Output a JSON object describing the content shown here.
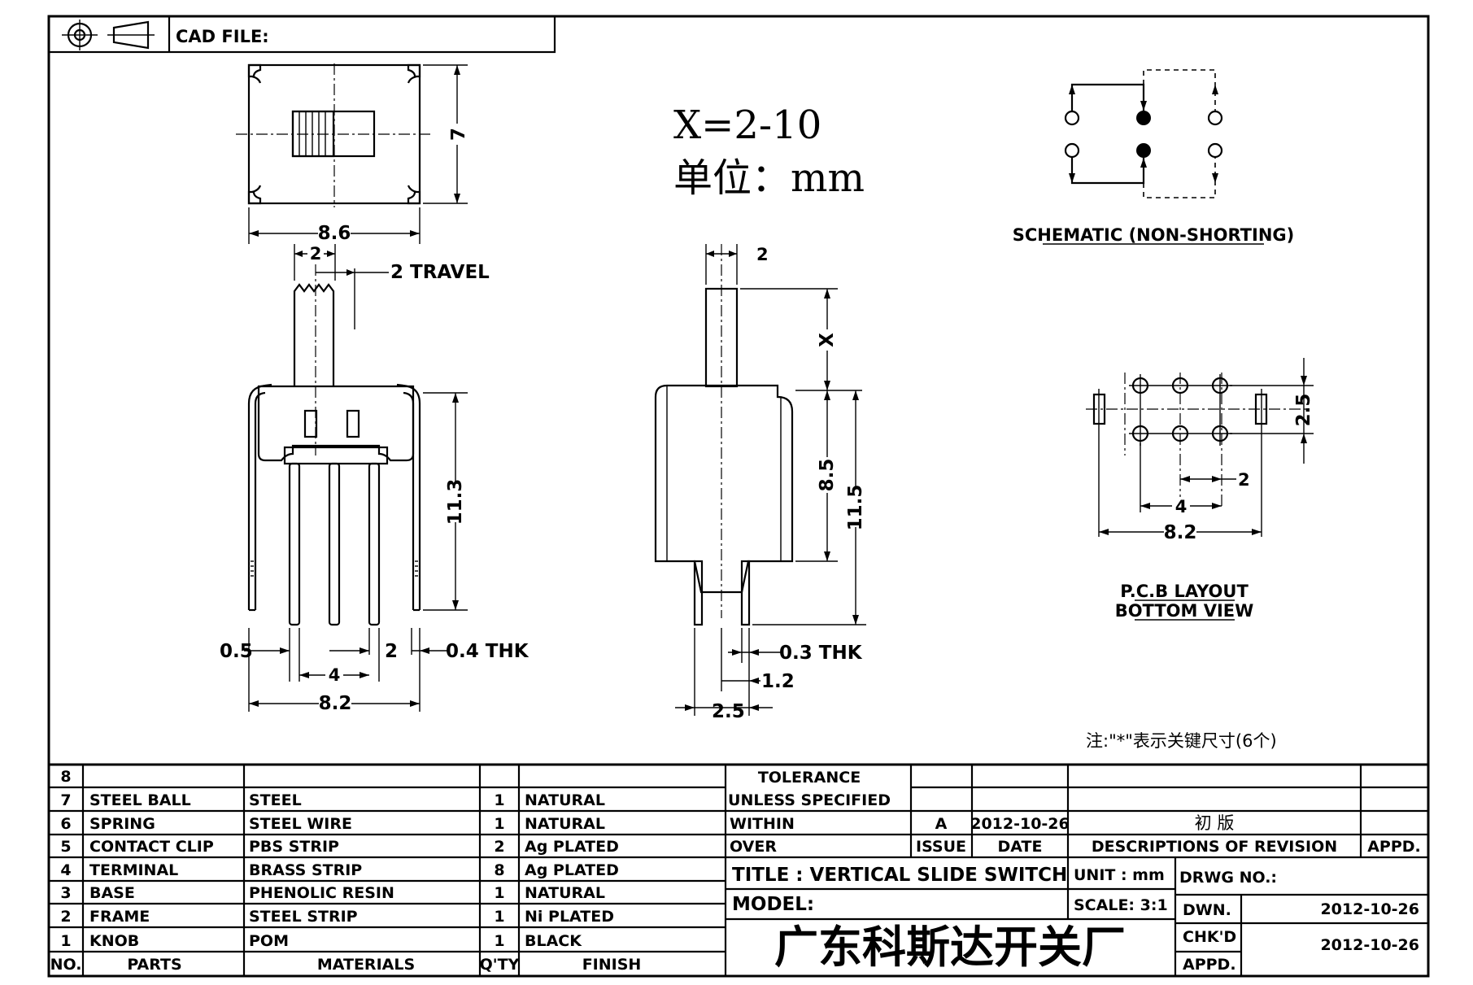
{
  "header": {
    "cad_file_label": "CAD FILE:",
    "projection_icon": "third-angle-projection-icon"
  },
  "notes": {
    "x_range": "X=2-10",
    "unit_cn": "单位：mm",
    "key_note": "注:\"*\"表示关键尺寸(6个)"
  },
  "top_view": {
    "dim_width": "8.6",
    "dim_height": "7"
  },
  "side_view": {
    "dim_knob_width": "2",
    "dim_travel": "2 TRAVEL",
    "dim_height": "11.3",
    "dim_left": "0.5",
    "dim_pitch": "2",
    "dim_thk": "0.4 THK",
    "dim_pin_span": "4",
    "dim_overall": "8.2"
  },
  "front_view": {
    "dim_knob": "2",
    "dim_x": "X",
    "dim_body": "8.5",
    "dim_total": "11.5",
    "dim_thk": "0.3 THK",
    "dim_offset": "1.2",
    "dim_spacing": "2.5"
  },
  "schematic": {
    "label": "SCHEMATIC (NON-SHORTING)"
  },
  "pcb_layout": {
    "dim_row": "2.5",
    "dim_pitch": "2",
    "dim_span": "4",
    "dim_overall": "8.2",
    "label_line1": "P.C.B LAYOUT",
    "label_line2": "BOTTOM VIEW"
  },
  "bom": {
    "rows": [
      {
        "no": "8",
        "part": "",
        "material": "",
        "qty": "",
        "finish": ""
      },
      {
        "no": "7",
        "part": "STEEL BALL",
        "material": "STEEL",
        "qty": "1",
        "finish": "NATURAL"
      },
      {
        "no": "6",
        "part": "SPRING",
        "material": "STEEL WIRE",
        "qty": "1",
        "finish": "NATURAL"
      },
      {
        "no": "5",
        "part": "CONTACT CLIP",
        "material": "PBS STRIP",
        "qty": "2",
        "finish": "Ag PLATED"
      },
      {
        "no": "4",
        "part": "TERMINAL",
        "material": "BRASS STRIP",
        "qty": "8",
        "finish": "Ag PLATED"
      },
      {
        "no": "3",
        "part": "BASE",
        "material": "PHENOLIC RESIN",
        "qty": "1",
        "finish": "NATURAL"
      },
      {
        "no": "2",
        "part": "FRAME",
        "material": "STEEL STRIP",
        "qty": "1",
        "finish": "Ni PLATED"
      },
      {
        "no": "1",
        "part": "KNOB",
        "material": "POM",
        "qty": "1",
        "finish": "BLACK"
      }
    ],
    "headers": {
      "no": "NO.",
      "part": "PARTS",
      "material": "MATERIALS",
      "qty": "Q'TY",
      "finish": "FINISH"
    }
  },
  "title_block": {
    "tolerance": "TOLERANCE",
    "unless": "UNLESS  SPECIFIED",
    "within": "WITHIN",
    "over": "OVER",
    "issue_value": "A",
    "issue_date": "2012-10-26",
    "revision_desc": "初 版",
    "issue_label": "ISSUE",
    "date_label": "DATE",
    "desc_label": "DESCRIPTIONS OF REVISION",
    "appd_label": "APPD.",
    "title": "TITLE :  VERTICAL SLIDE SWITCH",
    "unit": "UNIT :  mm",
    "drwg_no": "DRWG NO.:",
    "model": "MODEL:",
    "scale": "SCALE:  3:1",
    "company": "广东科斯达开关厂",
    "dwn_label": "DWN.",
    "dwn_date": "2012-10-26",
    "chkd_label": "CHK'D",
    "chkd_date": "2012-10-26",
    "appd2_label": "APPD."
  }
}
